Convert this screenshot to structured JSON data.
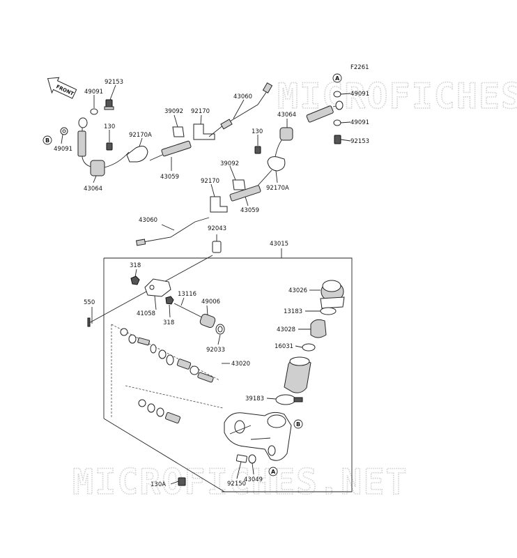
{
  "figure_code": "F2261",
  "front_label": "FRONT",
  "watermark": "MICROFICHES.NET",
  "ref_markers": {
    "a": "A",
    "b": "B"
  },
  "callouts": {
    "p92153_left": "92153",
    "p49091_left_top": "49091",
    "p49091_left_bot": "49091",
    "p130_left": "130",
    "p92170a_left": "92170A",
    "p39092_left": "39092",
    "p92170_left": "92170",
    "p43060_top": "43060",
    "p43059_left": "43059",
    "p43064_left": "43064",
    "p43064_right": "43064",
    "p130_right": "130",
    "p39092_right": "39092",
    "p92170_right": "92170",
    "p92170a_right": "92170A",
    "p43059_right": "43059",
    "p49091_right_top": "49091",
    "p49091_right_bot": "49091",
    "p92153_right": "92153",
    "p43060_mid": "43060",
    "p92043": "92043",
    "p43015": "43015",
    "p318_top": "318",
    "p318_bot": "318",
    "p41058": "41058",
    "p550": "550",
    "p13116": "13116",
    "p49006": "49006",
    "p92033": "92033",
    "p43026": "43026",
    "p13183": "13183",
    "p43028": "43028",
    "p16031": "16031",
    "p43020": "43020",
    "p39183": "39183",
    "p43049": "43049",
    "p92150": "92150",
    "p130a": "130A"
  }
}
